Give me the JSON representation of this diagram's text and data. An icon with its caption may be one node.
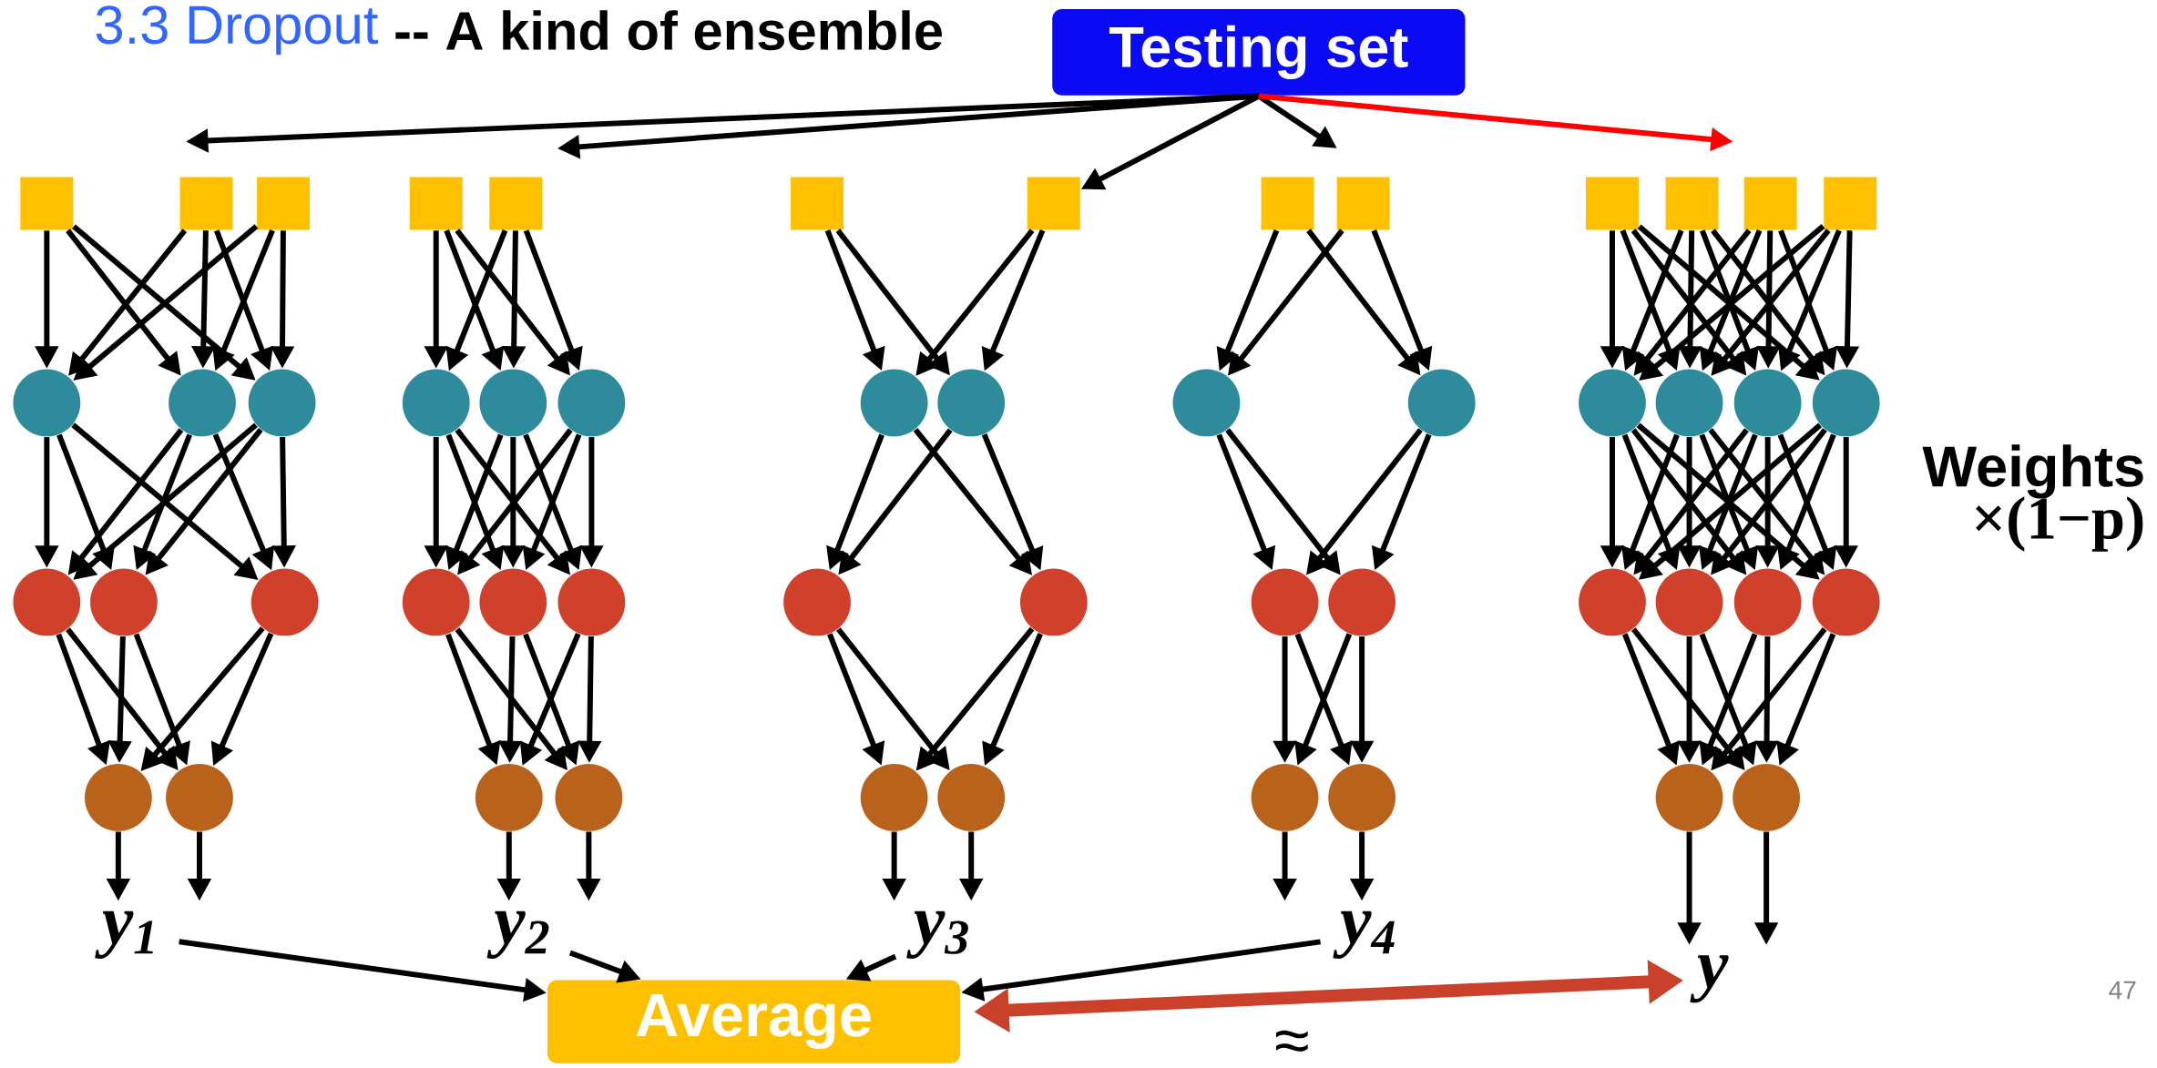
{
  "diagram": {
    "nodes": [
      {
        "text": [
          "Testing set"
        ]
      },
      {
        "text": [],
        "shape": "box"
      },
      {
        "text": [],
        "shape": "box"
      },
      {
        "text": [],
        "shape": "box"
      },
      {
        "text": [],
        "shape": "circle"
      },
      {
        "text": [],
        "shape": "circle"
      },
      {
        "text": [],
        "shape": "circle"
      },
      {
        "text": [],
        "shape": "circle"
      },
      {
        "text": [],
        "shape": "circle"
      },
      {
        "text": [],
        "shape": "circle"
      },
      {
        "text": [],
        "shape": "circle"
      },
      {
        "text": [],
        "shape": "circle"
      },
      {
        "text": [],
        "shape": "box"
      },
      {
        "text": [],
        "shape": "box"
      },
      {
        "text": [],
        "shape": "circle"
      },
      {
        "text": [],
        "shape": "circle"
      },
      {
        "text": [],
        "shape": "circle"
      },
      {
        "text": [],
        "shape": "circle"
      },
      {
        "text": [],
        "shape": "circle"
      },
      {
        "text": [],
        "shape": "circle"
      },
      {
        "text": [],
        "shape": "circle"
      },
      {
        "text": [],
        "shape": "circle"
      },
      {
        "text": [],
        "shape": "box"
      },
      {
        "text": [],
        "shape": "box"
      },
      {
        "text": [],
        "shape": "circle"
      },
      {
        "text": [],
        "shape": "circle"
      },
      {
        "text": [],
        "shape": "circle"
      },
      {
        "text": [],
        "shape": "circle"
      },
      {
        "text": [],
        "shape": "circle"
      },
      {
        "text": [],
        "shape": "circle"
      },
      {
        "text": [],
        "shape": "box"
      },
      {
        "text": [],
        "shape": "box"
      },
      {
        "text": [],
        "shape": "circle"
      },
      {
        "text": [],
        "shape": "circle"
      },
      {
        "text": [],
        "shape": "circle"
      },
      {
        "text": [],
        "shape": "circle"
      },
      {
        "text": [],
        "shape": "circle"
      },
      {
        "text": [],
        "shape": "circle"
      },
      {
        "text": [],
        "shape": "box"
      },
      {
        "text": [],
        "shape": "box"
      },
      {
        "text": [],
        "shape": "box"
      },
      {
        "text": [],
        "shape": "box"
      },
      {
        "text": [],
        "shape": "circle"
      },
      {
        "text": [],
        "shape": "circle"
      },
      {
        "text": [],
        "shape": "circle"
      },
      {
        "text": [],
        "shape": "circle"
      },
      {
        "text": [],
        "shape": "circle"
      },
      {
        "text": [],
        "shape": "circle"
      },
      {
        "text": [],
        "shape": "circle"
      },
      {
        "text": [],
        "shape": "circle"
      },
      {
        "text": [],
        "shape": "circle"
      },
      {
        "text": [],
        "shape": "circle"
      },
      {
        "text": [
          "y$_{1}$"
        ]
      },
      {
        "text": [
          "y$_{2}$"
        ]
      },
      {
        "text": [
          "y$_{3}$"
        ]
      },
      {
        "text": [
          "y$_{4}$"
        ]
      },
      {
        "text": [
          "y"
        ]
      },
      {
        "text": [
          "Average"
        ]
      }
    ],
    "edges": [
      {
        "from": 0,
        "to": null,
        "arrow": "to"
      },
      {
        "from": 0,
        "to": null,
        "arrow": "to"
      },
      {
        "from": 0,
        "to": 23,
        "arrow": "to"
      },
      {
        "from": 0,
        "to": null,
        "arrow": "to"
      },
      {
        "from": 0,
        "to": null,
        "arrow": "to",
        "color": "#ff0000"
      },
      {
        "from": 1,
        "to": 4,
        "arrow": "to"
      },
      {
        "from": 1,
        "to": 5,
        "arrow": "to"
      },
      {
        "from": 1,
        "to": 6,
        "arrow": "to"
      },
      {
        "from": 2,
        "to": 4,
        "arrow": "to"
      },
      {
        "from": 2,
        "to": 5,
        "arrow": "to"
      },
      {
        "from": 2,
        "to": 6,
        "arrow": "to"
      },
      {
        "from": 3,
        "to": 4,
        "arrow": "to"
      },
      {
        "from": 3,
        "to": 5,
        "arrow": "to"
      },
      {
        "from": 3,
        "to": 6,
        "arrow": "to"
      },
      {
        "from": 4,
        "to": 7,
        "arrow": "to"
      },
      {
        "from": 4,
        "to": 8,
        "arrow": "to"
      },
      {
        "from": 4,
        "to": 9,
        "arrow": "to"
      },
      {
        "from": 5,
        "to": 7,
        "arrow": "to"
      },
      {
        "from": 5,
        "to": 8,
        "arrow": "to"
      },
      {
        "from": 5,
        "to": 9,
        "arrow": "to"
      },
      {
        "from": 6,
        "to": 7,
        "arrow": "to"
      },
      {
        "from": 6,
        "to": 8,
        "arrow": "to"
      },
      {
        "from": 6,
        "to": 9,
        "arrow": "to"
      },
      {
        "from": 7,
        "to": 10,
        "arrow": "to"
      },
      {
        "from": 7,
        "to": 11,
        "arrow": "to"
      },
      {
        "from": 8,
        "to": 10,
        "arrow": "to"
      },
      {
        "from": 8,
        "to": 11,
        "arrow": "to"
      },
      {
        "from": 9,
        "to": 10,
        "arrow": "to"
      },
      {
        "from": 9,
        "to": 11,
        "arrow": "to"
      },
      {
        "from": 12,
        "to": 14,
        "arrow": "to"
      },
      {
        "from": 12,
        "to": 15,
        "arrow": "to"
      },
      {
        "from": 12,
        "to": 16,
        "arrow": "to"
      },
      {
        "from": 13,
        "to": 14,
        "arrow": "to"
      },
      {
        "from": 13,
        "to": 15,
        "arrow": "to"
      },
      {
        "from": 13,
        "to": 16,
        "arrow": "to"
      },
      {
        "from": 14,
        "to": 17,
        "arrow": "to"
      },
      {
        "from": 14,
        "to": 18,
        "arrow": "to"
      },
      {
        "from": 14,
        "to": 19,
        "arrow": "to"
      },
      {
        "from": 15,
        "to": 17,
        "arrow": "to"
      },
      {
        "from": 15,
        "to": 18,
        "arrow": "to"
      },
      {
        "from": 15,
        "to": 19,
        "arrow": "to"
      },
      {
        "from": 16,
        "to": 17,
        "arrow": "to"
      },
      {
        "from": 16,
        "to": 18,
        "arrow": "to"
      },
      {
        "from": 16,
        "to": 19,
        "arrow": "to"
      },
      {
        "from": 17,
        "to": 20,
        "arrow": "to"
      },
      {
        "from": 17,
        "to": 21,
        "arrow": "to"
      },
      {
        "from": 18,
        "to": 20,
        "arrow": "to"
      },
      {
        "from": 18,
        "to": 21,
        "arrow": "to"
      },
      {
        "from": 19,
        "to": 20,
        "arrow": "to"
      },
      {
        "from": 19,
        "to": 21,
        "arrow": "to"
      },
      {
        "from": 22,
        "to": 24,
        "arrow": "to"
      },
      {
        "from": 22,
        "to": 25,
        "arrow": "to"
      },
      {
        "from": 23,
        "to": 24,
        "arrow": "to"
      },
      {
        "from": 23,
        "to": 25,
        "arrow": "to"
      },
      {
        "from": 24,
        "to": 26,
        "arrow": "to"
      },
      {
        "from": 24,
        "to": 27,
        "arrow": "to"
      },
      {
        "from": 25,
        "to": 26,
        "arrow": "to"
      },
      {
        "from": 25,
        "to": 27,
        "arrow": "to"
      },
      {
        "from": 26,
        "to": 28,
        "arrow": "to"
      },
      {
        "from": 26,
        "to": 29,
        "arrow": "to"
      },
      {
        "from": 27,
        "to": 28,
        "arrow": "to"
      },
      {
        "from": 27,
        "to": 29,
        "arrow": "to"
      },
      {
        "from": 30,
        "to": 32,
        "arrow": "to"
      },
      {
        "from": 30,
        "to": 33,
        "arrow": "to"
      },
      {
        "from": 31,
        "to": 32,
        "arrow": "to"
      },
      {
        "from": 31,
        "to": 33,
        "arrow": "to"
      },
      {
        "from": 32,
        "to": 34,
        "arrow": "to"
      },
      {
        "from": 32,
        "to": 35,
        "arrow": "to"
      },
      {
        "from": 33,
        "to": 34,
        "arrow": "to"
      },
      {
        "from": 33,
        "to": 35,
        "arrow": "to"
      },
      {
        "from": 34,
        "to": 36,
        "arrow": "to"
      },
      {
        "from": 34,
        "to": 37,
        "arrow": "to"
      },
      {
        "from": 35,
        "to": 36,
        "arrow": "to"
      },
      {
        "from": 35,
        "to": 37,
        "arrow": "to"
      },
      {
        "from": 38,
        "to": 42,
        "arrow": "to"
      },
      {
        "from": 38,
        "to": 43,
        "arrow": "to"
      },
      {
        "from": 38,
        "to": 44,
        "arrow": "to"
      },
      {
        "from": 38,
        "to": 45,
        "arrow": "to"
      },
      {
        "from": 39,
        "to": 42,
        "arrow": "to"
      },
      {
        "from": 39,
        "to": 43,
        "arrow": "to"
      },
      {
        "from": 39,
        "to": 44,
        "arrow": "to"
      },
      {
        "from": 39,
        "to": 45,
        "arrow": "to"
      },
      {
        "from": 40,
        "to": 42,
        "arrow": "to"
      },
      {
        "from": 40,
        "to": 43,
        "arrow": "to"
      },
      {
        "from": 40,
        "to": 44,
        "arrow": "to"
      },
      {
        "from": 40,
        "to": 45,
        "arrow": "to"
      },
      {
        "from": 41,
        "to": 42,
        "arrow": "to"
      },
      {
        "from": 41,
        "to": 43,
        "arrow": "to"
      },
      {
        "from": 41,
        "to": 44,
        "arrow": "to"
      },
      {
        "from": 41,
        "to": 45,
        "arrow": "to"
      },
      {
        "from": 42,
        "to": 46,
        "arrow": "to"
      },
      {
        "from": 42,
        "to": 47,
        "arrow": "to"
      },
      {
        "from": 42,
        "to": 48,
        "arrow": "to"
      },
      {
        "from": 42,
        "to": 49,
        "arrow": "to"
      },
      {
        "from": 43,
        "to": 46,
        "arrow": "to"
      },
      {
        "from": 43,
        "to": 47,
        "arrow": "to"
      },
      {
        "from": 43,
        "to": 48,
        "arrow": "to"
      },
      {
        "from": 43,
        "to": 49,
        "arrow": "to"
      },
      {
        "from": 44,
        "to": 46,
        "arrow": "to"
      },
      {
        "from": 44,
        "to": 47,
        "arrow": "to"
      },
      {
        "from": 44,
        "to": 48,
        "arrow": "to"
      },
      {
        "from": 44,
        "to": 49,
        "arrow": "to"
      },
      {
        "from": 45,
        "to": 46,
        "arrow": "to"
      },
      {
        "from": 45,
        "to": 47,
        "arrow": "to"
      },
      {
        "from": 45,
        "to": 48,
        "arrow": "to"
      },
      {
        "from": 45,
        "to": 49,
        "arrow": "to"
      },
      {
        "from": 46,
        "to": 50,
        "arrow": "to"
      },
      {
        "from": 46,
        "to": 51,
        "arrow": "to"
      },
      {
        "from": 47,
        "to": 50,
        "arrow": "to"
      },
      {
        "from": 47,
        "to": 51,
        "arrow": "to"
      },
      {
        "from": 48,
        "to": 50,
        "arrow": "to"
      },
      {
        "from": 48,
        "to": 51,
        "arrow": "to"
      },
      {
        "from": 49,
        "to": 50,
        "arrow": "to"
      },
      {
        "from": 49,
        "to": 51,
        "arrow": "to"
      },
      {
        "from": 10,
        "to": 52,
        "arrow": "to"
      },
      {
        "from": 11,
        "to": 52,
        "arrow": "to"
      },
      {
        "from": 20,
        "to": 53,
        "arrow": "to"
      },
      {
        "from": 21,
        "to": 53,
        "arrow": "to"
      },
      {
        "from": 28,
        "to": 54,
        "arrow": "to"
      },
      {
        "from": 29,
        "to": 54,
        "arrow": "to"
      },
      {
        "from": 36,
        "to": 55,
        "arrow": "to"
      },
      {
        "from": 37,
        "to": 55,
        "arrow": "to"
      },
      {
        "from": 50,
        "to": 56,
        "arrow": "to"
      },
      {
        "from": 51,
        "to": 56,
        "arrow": "to"
      },
      {
        "from": 52,
        "to": 57,
        "arrow": "to"
      },
      {
        "from": 53,
        "to": 57,
        "arrow": "to"
      },
      {
        "from": 54,
        "to": 57,
        "arrow": "to"
      },
      {
        "from": 55,
        "to": 57,
        "arrow": "to"
      },
      {
        "from": 57,
        "to": 56,
        "arrow": "both",
        "label": "≈",
        "style": "thick",
        "color": "#c9412a"
      }
    ],
    "labels": [
      "3.3 Dropout",
      "-- A kind of ensemble",
      "Weights",
      "×(1−p)",
      "47"
    ]
  }
}
